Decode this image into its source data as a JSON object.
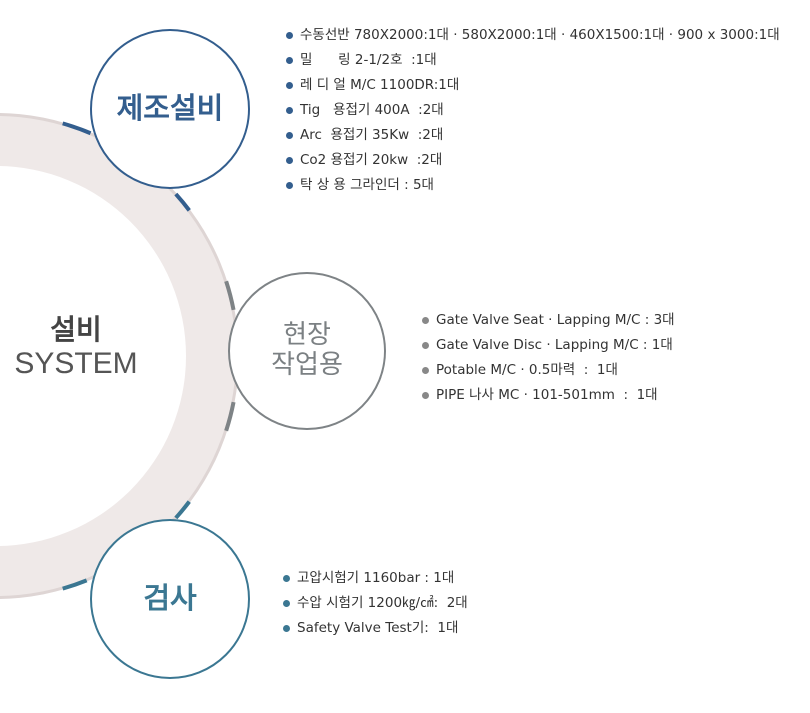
{
  "center": {
    "title": "설비",
    "subtitle": "SYSTEM"
  },
  "colors": {
    "manufacturing": "#335e8e",
    "field": "#7e8386",
    "inspection": "#3b7792",
    "ring": "#efe9e8"
  },
  "groups": [
    {
      "title": "제조설비",
      "items": [
        "수동선반 780X2000:1대 · 580X2000:1대 · 460X1500:1대 · 900 x 3000:1대",
        "밀      링 2-1/2호  :1대",
        "레 디 얼 M/C 1100DR:1대",
        "Tig   용접기 400A  :2대",
        "Arc  용접기 35Kw  :2대",
        "Co2 용접기 20kw  :2대",
        "탁 상 용 그라인더 : 5대"
      ]
    },
    {
      "title_line1": "현장",
      "title_line2": "작업용",
      "items": [
        "Gate Valve Seat · Lapping M/C : 3대",
        "Gate Valve Disc · Lapping M/C : 1대",
        "Potable M/C · 0.5마력  :  1대",
        "PIPE 나사 MC · 101-501mm  :  1대"
      ]
    },
    {
      "title": "검사",
      "items": [
        "고압시험기 1160bar : 1대",
        "수압 시험기 1200㎏/㎠:  2대",
        "Safety Valve Test기:  1대"
      ]
    }
  ]
}
